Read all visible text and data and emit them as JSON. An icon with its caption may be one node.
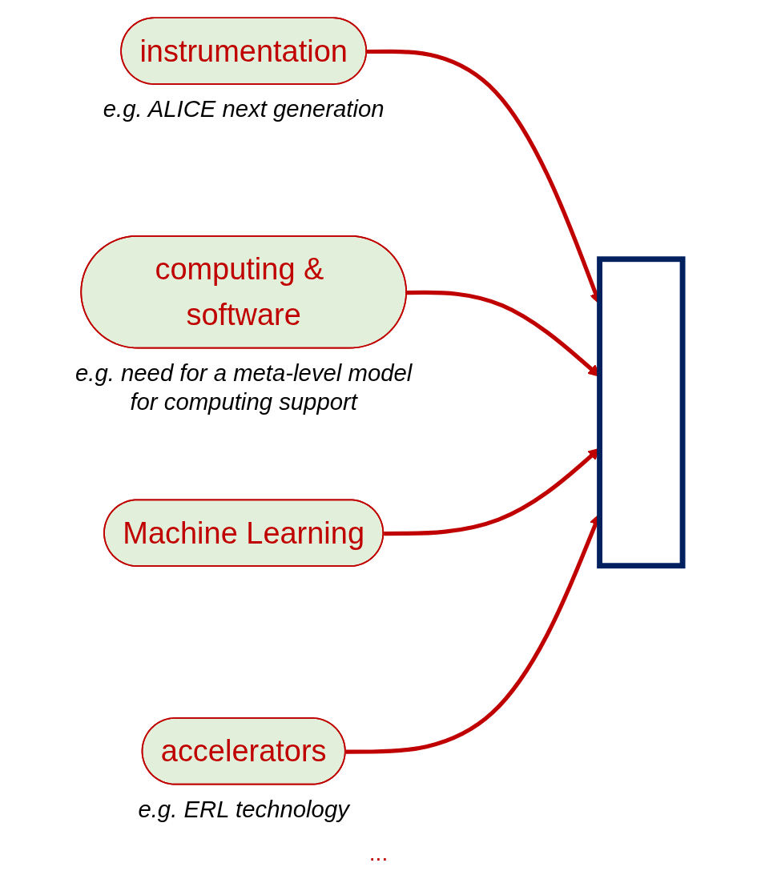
{
  "diagram": {
    "nodes": [
      {
        "text": [
          "instrumentation"
        ],
        "beside": [
          "e.g. ALICE next generation"
        ]
      },
      {
        "text": [
          "computing & software"
        ],
        "beside": [
          "e.g. need for a meta-level model for computing support"
        ]
      },
      {
        "text": [
          "Machine Learning"
        ]
      },
      {
        "text": [
          "accelerators"
        ],
        "beside": [
          "e.g. ERL technology"
        ]
      },
      {
        "text": [],
        "shape": "box"
      }
    ],
    "edges": [
      {
        "from": 0,
        "to": 4,
        "arrow": "to"
      },
      {
        "from": 1,
        "to": 4,
        "arrow": "to"
      },
      {
        "from": 2,
        "to": 4,
        "arrow": "to"
      },
      {
        "from": 3,
        "to": 4,
        "arrow": "to"
      }
    ],
    "labels": [
      "..."
    ]
  }
}
